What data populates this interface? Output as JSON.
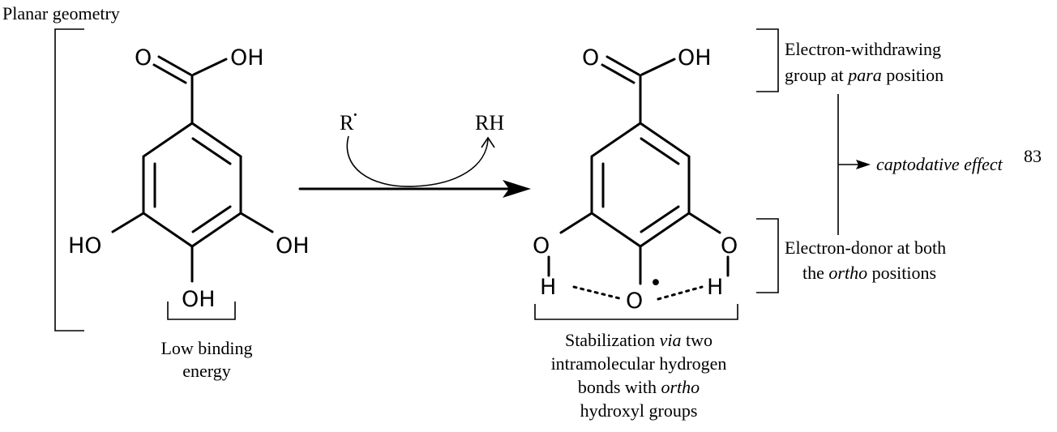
{
  "title": "Planar geometry",
  "left_molecule": {
    "cooh_o": "O",
    "cooh_oh": "OH",
    "ho_left": "HO",
    "oh_right": "OH",
    "oh_bottom": "OH",
    "note_line1": "Low binding",
    "note_line2": "energy"
  },
  "reaction": {
    "reagent": "R",
    "radical_dot": "·",
    "product": "RH"
  },
  "right_molecule": {
    "cooh_o": "O",
    "cooh_oh": "OH",
    "o_left": "O",
    "o_right": "O",
    "o_center": "O",
    "h_left": "H",
    "h_right": "H",
    "radical_dot": "•",
    "stab_line1_a": "Stabilization ",
    "stab_line1_b": "via",
    "stab_line1_c": " two",
    "stab_line2": "intramolecular hydrogen",
    "stab_line3_a": "bonds with ",
    "stab_line3_b": "ortho",
    "stab_line4": "hydroxyl groups"
  },
  "annotations": {
    "ewg_line1": "Electron-withdrawing",
    "ewg_line2_a": "group at ",
    "ewg_line2_b": "para",
    "ewg_line2_c": " position",
    "edg_line1": "Electron-donor at both",
    "edg_line2_a": "the ",
    "edg_line2_b": "ortho",
    "edg_line2_c": " positions",
    "effect": "captodative effect",
    "reference": "83"
  }
}
